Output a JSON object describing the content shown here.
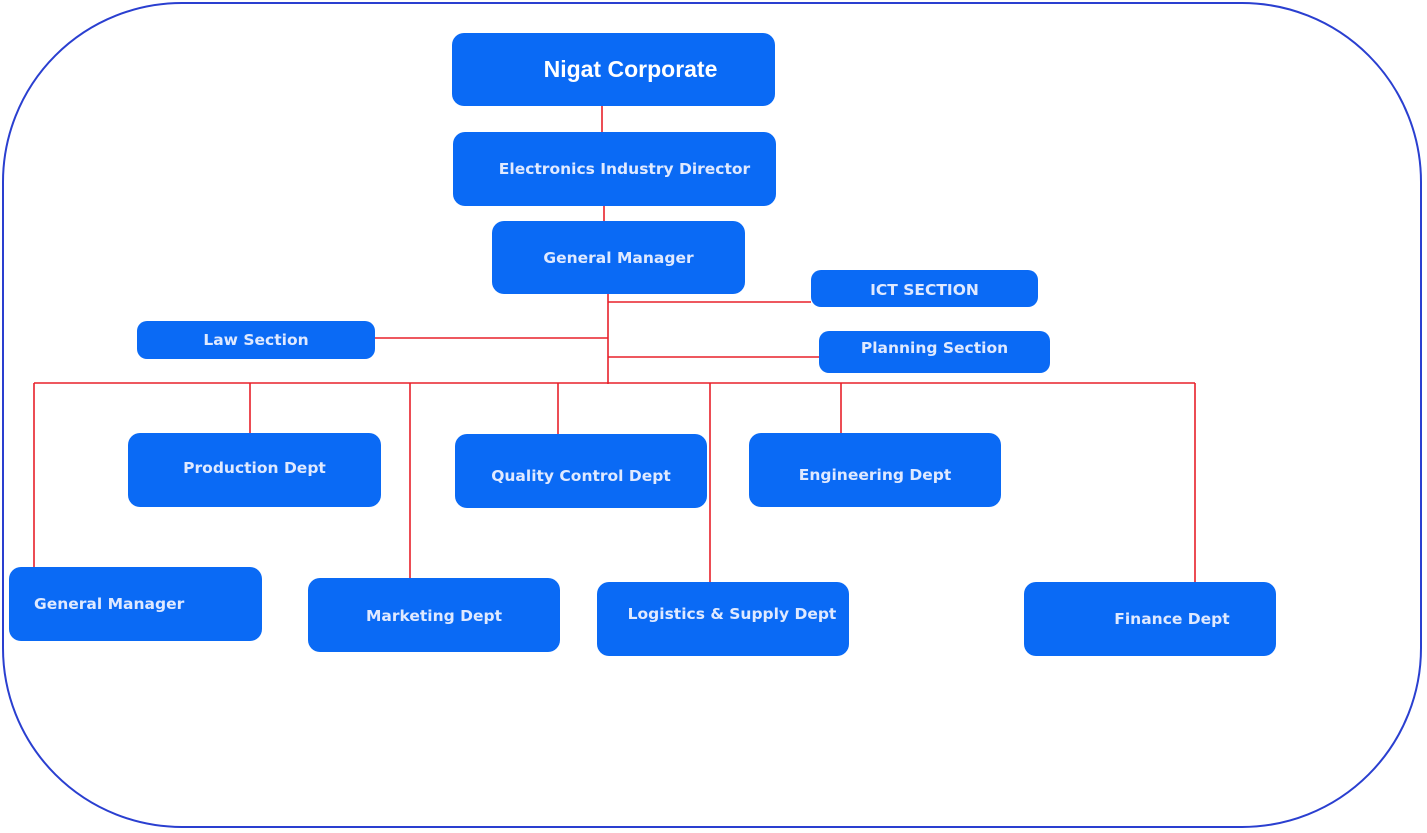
{
  "nodes": {
    "root": "Nigat Corporate",
    "director": "Electronics Industry Director",
    "general_manager_top": "General Manager",
    "ict_section": "ICT SECTION",
    "law_section": "Law Section",
    "planning_section": "Planning Section",
    "production_dept": "Production Dept",
    "quality_control_dept": "Quality Control Dept",
    "engineering_dept": "Engineering Dept",
    "general_manager_bottom": "General Manager",
    "marketing_dept": "Marketing Dept",
    "logistics_supply_dept": "Logistics & Supply Dept",
    "finance_dept": "Finance Dept"
  },
  "colors": {
    "node_fill": "#0a6af5",
    "connector": "#e8202a",
    "frame_border": "#2a3fd0",
    "node_text": "#dfe9ff"
  }
}
